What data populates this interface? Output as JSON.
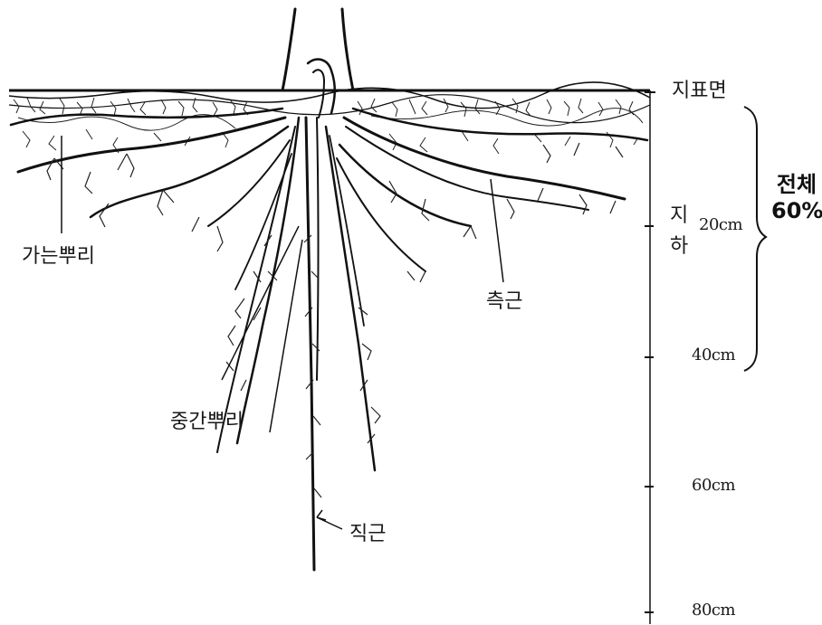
{
  "labels": {
    "surface": "지표면",
    "underground_1": "지",
    "underground_2": "하",
    "fine_root": "가는뿌리",
    "lateral_root": "측근",
    "middle_root": "중간뿌리",
    "tap_root": "직근",
    "total_1": "전체",
    "total_2": "60%"
  },
  "depth_scale": {
    "ticks": [
      "20cm",
      "40cm",
      "60cm",
      "80cm"
    ]
  }
}
